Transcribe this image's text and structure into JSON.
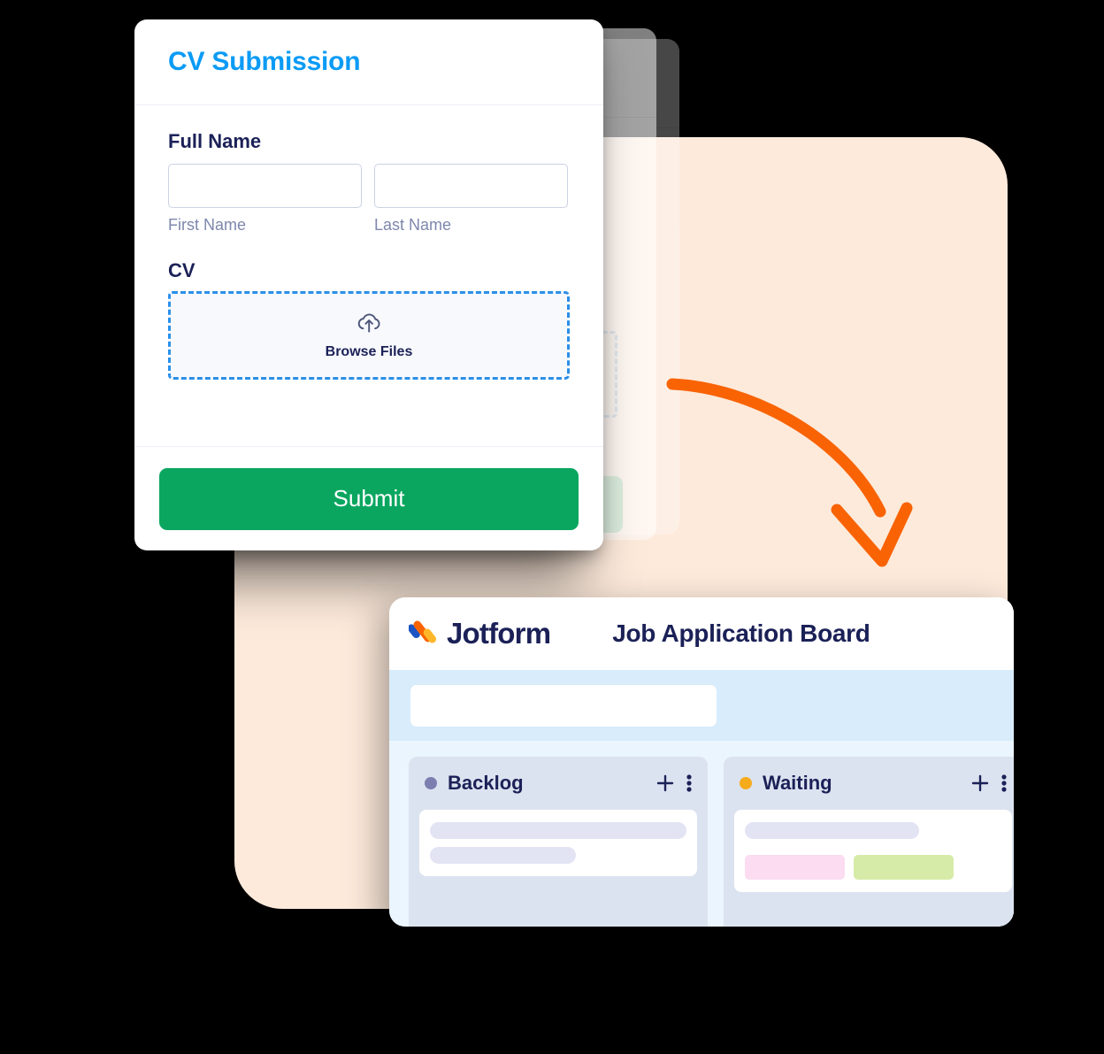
{
  "form": {
    "title": "CV Submission",
    "fields": {
      "full_name": {
        "label": "Full Name",
        "first": {
          "sub_label": "First Name",
          "value": "",
          "placeholder": ""
        },
        "last": {
          "sub_label": "Last Name",
          "value": "",
          "placeholder": ""
        }
      },
      "cv": {
        "label": "CV",
        "upload_icon": "cloud-upload-icon",
        "browse_label": "Browse Files"
      }
    },
    "submit_label": "Submit",
    "colors": {
      "title": "#0a9bf5",
      "submit": "#0aa65f",
      "label": "#1b2157",
      "dropzone_border": "#2a8fe8"
    }
  },
  "arrow": {
    "icon": "curved-arrow-icon",
    "color": "#f96304"
  },
  "board": {
    "brand": {
      "logo_icon": "jotform-logo-icon",
      "name": "Jotform"
    },
    "title": "Job Application Board",
    "search": {
      "value": "",
      "placeholder": ""
    },
    "columns": [
      {
        "name": "Backlog",
        "dot_color": "#7b7fb0",
        "add_icon": "plus-icon",
        "menu_icon": "more-vertical-icon",
        "cards": [
          {
            "bars": [
              "long",
              "short"
            ],
            "tags": []
          }
        ]
      },
      {
        "name": "Waiting",
        "dot_color": "#f5ab1c",
        "add_icon": "plus-icon",
        "menu_icon": "more-vertical-icon",
        "cards": [
          {
            "bars": [
              "long"
            ],
            "tags": [
              {
                "color": "#fbdcf0"
              },
              {
                "color": "#d7eba8"
              }
            ]
          }
        ]
      }
    ]
  },
  "theme": {
    "background": "#000000",
    "panel": "#fdeadb",
    "canvas": "#eaf5fd",
    "toolbar": "#d8ecfb"
  }
}
